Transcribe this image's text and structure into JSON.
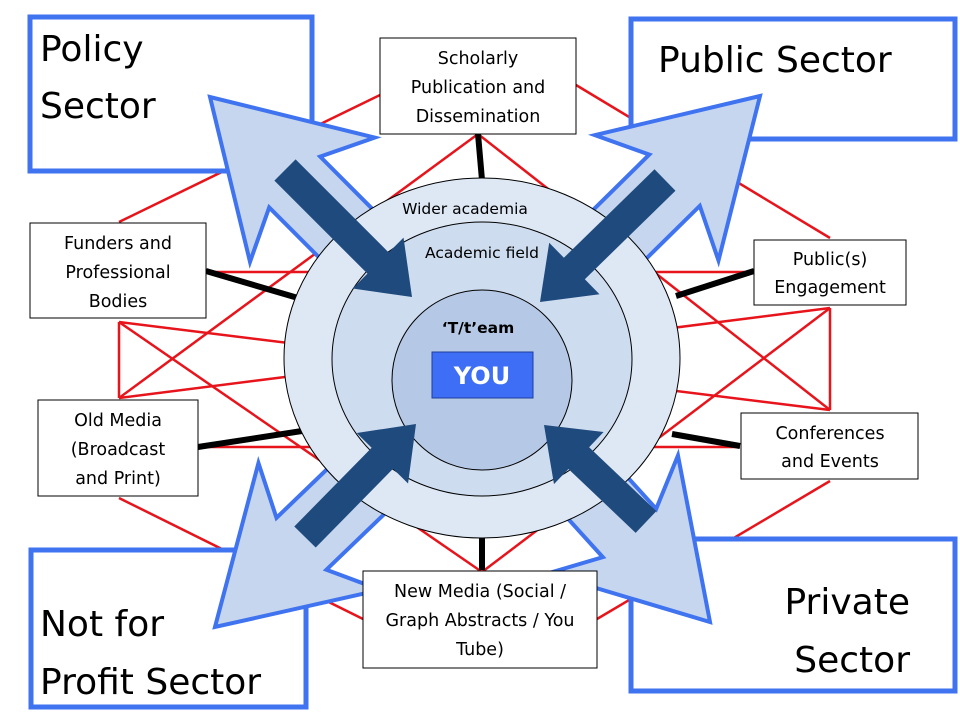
{
  "colors": {
    "sector_border": "#3f73f0",
    "network_line": "#e8141c",
    "link_line": "#000000",
    "outer_arrow_fill": "#c5d6ee",
    "inner_arrow_fill": "#1f4a7d",
    "you_fill": "#3d6ef5"
  },
  "sectors": {
    "policy": [
      "Policy",
      "Sector"
    ],
    "public": [
      "Public Sector"
    ],
    "not_for_profit": [
      "Not for",
      "Profit Sector"
    ],
    "private": [
      "Private",
      "Sector"
    ]
  },
  "channels": {
    "scholarly": [
      "Scholarly",
      "Publication and",
      "Dissemination"
    ],
    "funders": [
      "Funders and",
      "Professional",
      "Bodies"
    ],
    "public_engagement": [
      "Public(s)",
      "Engagement"
    ],
    "old_media": [
      "Old Media",
      "(Broadcast",
      "and Print)"
    ],
    "conferences": [
      "Conferences",
      "and Events"
    ],
    "new_media": [
      "New Media (Social /",
      "Graph Abstracts / You",
      "Tube)"
    ]
  },
  "rings": {
    "outer": "Wider academia",
    "middle": "Academic field",
    "inner": "‘T/t’eam",
    "center": "YOU"
  }
}
